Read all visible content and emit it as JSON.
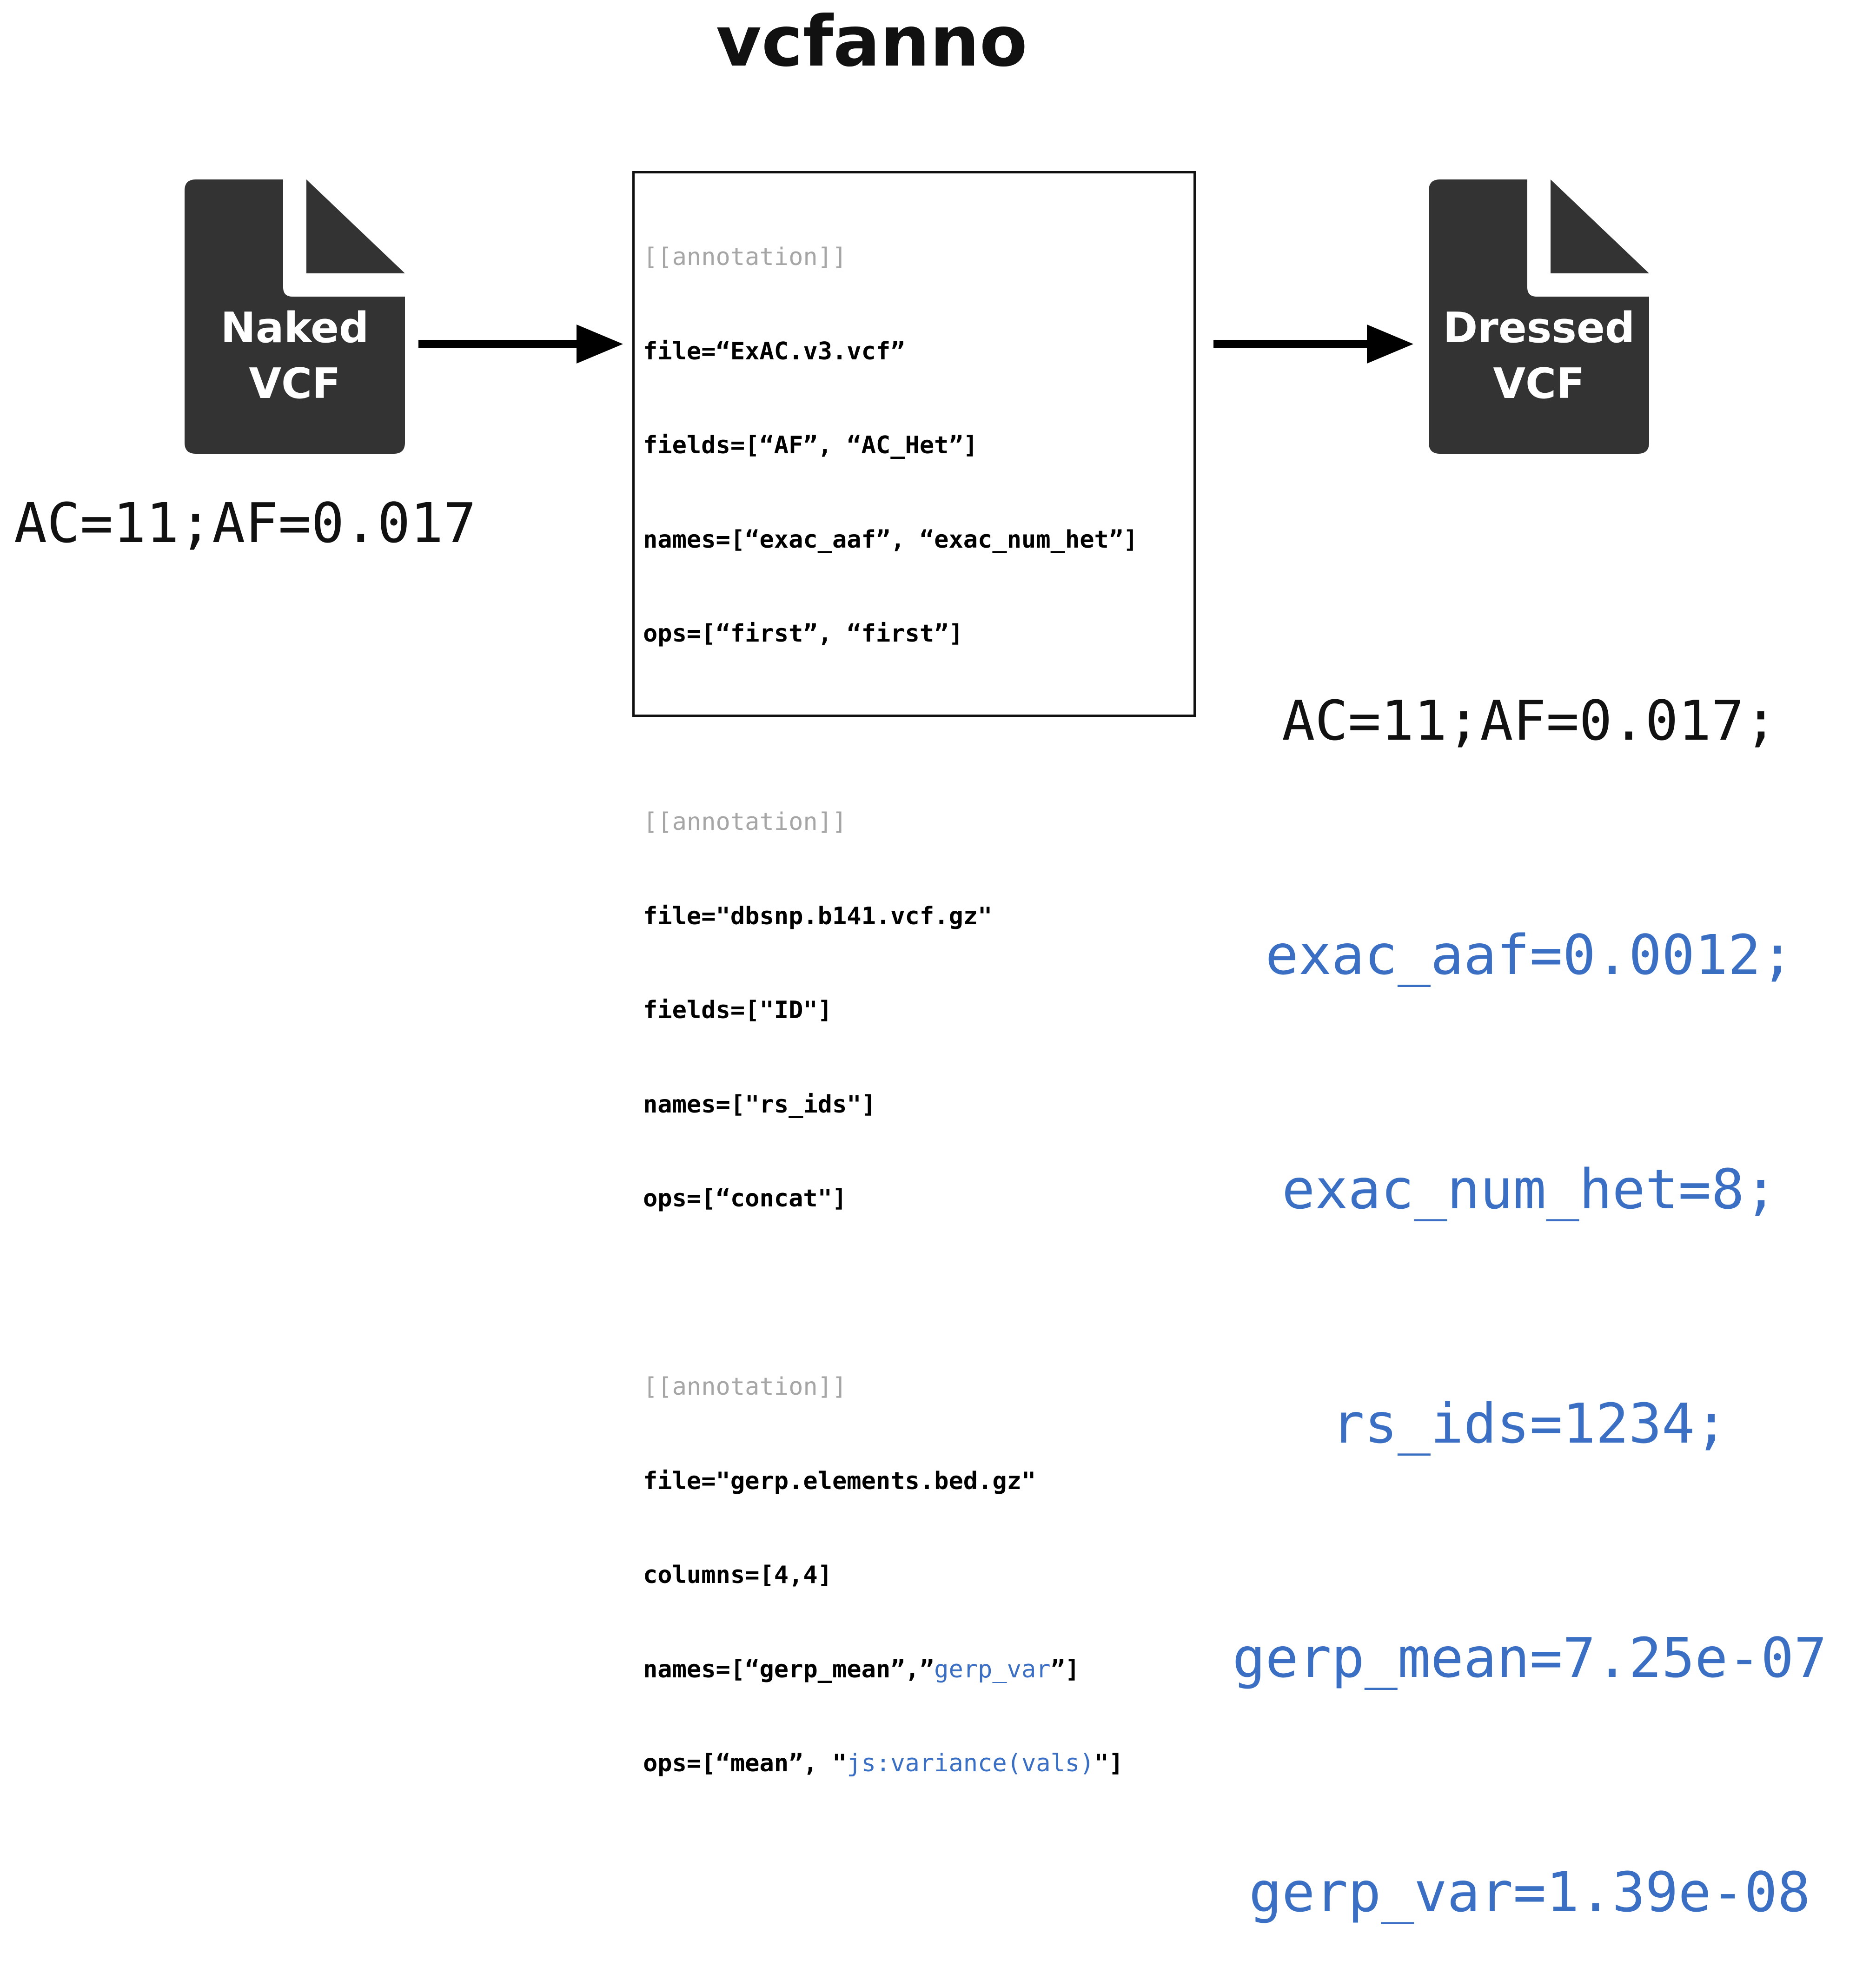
{
  "title": "vcfanno",
  "left_doc": {
    "line1": "Naked",
    "line2": "VCF",
    "icon": "document-icon"
  },
  "right_doc": {
    "line1": "Dressed",
    "line2": "VCF",
    "icon": "document-icon"
  },
  "colors": {
    "doc_fill": "#333333",
    "annotation_header": "#a6a6a6",
    "highlight_blue": "#3a6fc4",
    "text": "#111111"
  },
  "config": {
    "blocks": [
      {
        "header": "[[annotation]]",
        "lines": [
          "file=“ExAC.v3.vcf”",
          "fields=[“AF”, “AC_Het”]",
          "names=[“exac_aaf”, “exac_num_het”]",
          "ops=[“first”, “first”]"
        ]
      },
      {
        "header": "[[annotation]]",
        "lines": [
          "file=\"dbsnp.b141.vcf.gz\"",
          "fields=[\"ID\"]",
          "names=[\"rs_ids\"]",
          "ops=[“concat\"]"
        ]
      },
      {
        "header": "[[annotation]]",
        "lines": [
          "file=\"gerp.elements.bed.gz\"",
          "columns=[4,4]"
        ],
        "names_prefix": "names=[“gerp_mean”,”",
        "names_blue": "gerp_var",
        "names_suffix": "”]",
        "ops_prefix": "ops=[“mean”, \"",
        "ops_blue": "js:variance(vals)",
        "ops_suffix": "\"]"
      }
    ]
  },
  "input_info": "AC=11;AF=0.017",
  "output_info": {
    "original": "AC=11;AF=0.017;",
    "added": [
      "exac_aaf=0.0012;",
      "exac_num_het=8;",
      "rs_ids=1234;",
      "gerp_mean=7.25e-07",
      "gerp_var=1.39e-08"
    ]
  }
}
